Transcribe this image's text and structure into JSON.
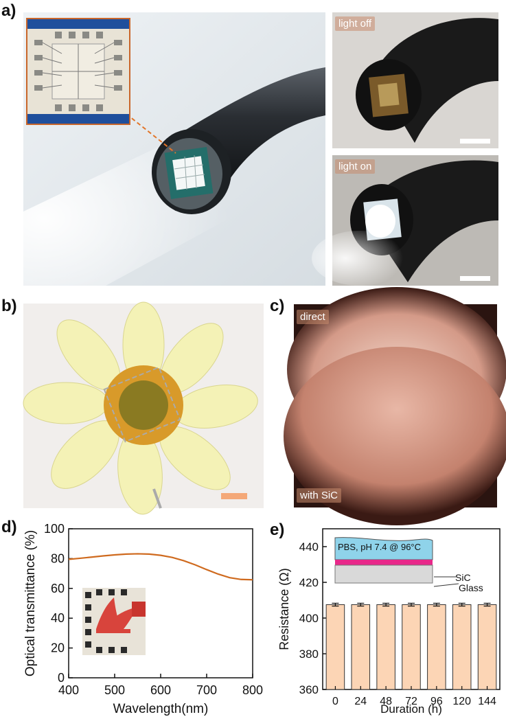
{
  "panels": {
    "a": {
      "label": "a)",
      "tag_off": "light off",
      "tag_on": "light on"
    },
    "b": {
      "label": "b)"
    },
    "c": {
      "label": "c)",
      "tag_direct": "direct",
      "tag_sic": "with SiC"
    },
    "d": {
      "label": "d)"
    },
    "e": {
      "label": "e)"
    }
  },
  "colors": {
    "curve": "#cf6a1e",
    "bar_fill": "#fcd5b5",
    "pbs": "#8fd3ea",
    "sic": "#e8288a",
    "glass": "#d9d9d9",
    "scalebar_b": "#f4a878"
  },
  "chart_data": [
    {
      "type": "line",
      "xlabel": "Wavelength(nm)",
      "ylabel": "Optical transmittance (%)",
      "xlim": [
        400,
        800
      ],
      "ylim": [
        0,
        100
      ],
      "xticks": [
        400,
        500,
        600,
        700,
        800
      ],
      "yticks": [
        0,
        20,
        40,
        60,
        80,
        100
      ],
      "x": [
        400,
        425,
        450,
        475,
        500,
        525,
        550,
        575,
        600,
        625,
        650,
        675,
        700,
        725,
        750,
        775,
        800
      ],
      "y": [
        79.5,
        80.2,
        81.0,
        81.8,
        82.5,
        83.0,
        83.2,
        83.0,
        82.2,
        80.8,
        78.6,
        75.8,
        72.6,
        69.6,
        67.2,
        66.0,
        65.8
      ],
      "tick_labels_x": [
        "400",
        "500",
        "600",
        "700",
        "800"
      ],
      "tick_labels_y": [
        "0",
        "20",
        "40",
        "60",
        "80",
        "100"
      ]
    },
    {
      "type": "bar",
      "xlabel": "Duration (h)",
      "ylabel": "Resistance (Ω)",
      "categories": [
        "0",
        "24",
        "48",
        "72",
        "96",
        "120",
        "144"
      ],
      "values": [
        407.5,
        407.5,
        407.5,
        407.5,
        407.5,
        407.5,
        407.5
      ],
      "errors": [
        0.8,
        0.8,
        0.8,
        0.8,
        0.8,
        0.8,
        0.8
      ],
      "ylim": [
        360,
        450
      ],
      "yticks": [
        360,
        380,
        400,
        420,
        440
      ],
      "tick_labels_y": [
        "360",
        "380",
        "400",
        "420",
        "440"
      ],
      "inset": {
        "pbs_label": "PBS, pH 7.4 @ 96°C",
        "sic_label": "SiC",
        "glass_label": "Glass"
      }
    }
  ]
}
